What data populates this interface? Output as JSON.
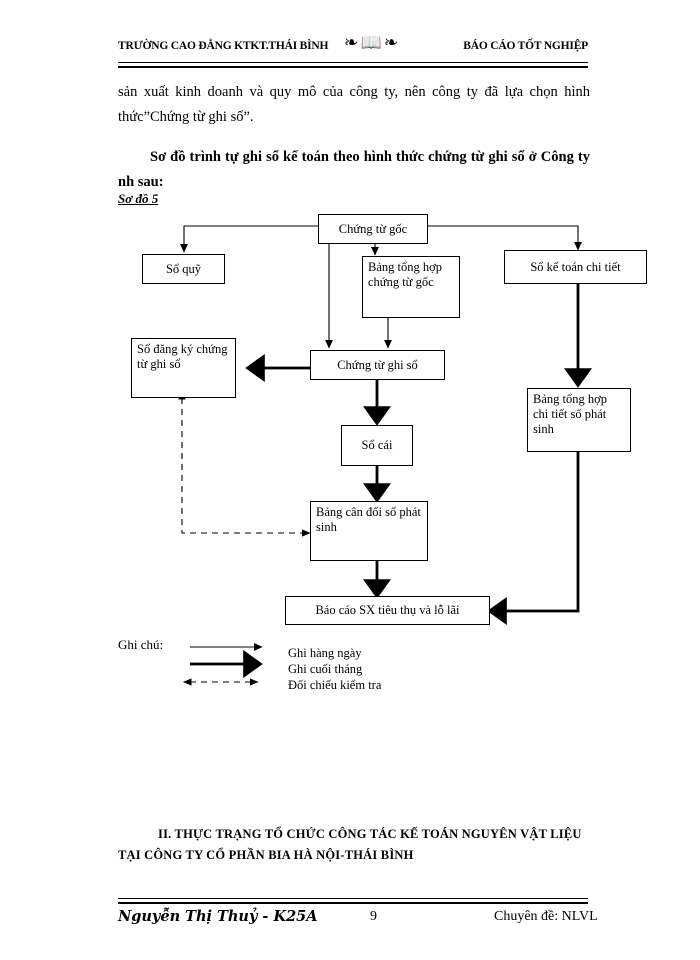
{
  "header": {
    "left": "TRƯỜNG  CAO ĐẲNG KTKT.THÁI BÌNH",
    "right": "BÁO CÁO TỐT NGHIỆP",
    "ornament": "❧ 📖 ❧"
  },
  "body": {
    "paragraph_1": "sản xuất kinh doanh và quy mô của công ty, nên công ty đã lựa chọn hình thức”Chứng từ ghi sổ”.",
    "paragraph_2": "Sơ đồ trình tự ghi sổ kế toán theo hình thức chứng từ ghi sổ ở Công ty nh  sau:",
    "figure_caption": "Sơ đồ 5"
  },
  "diagram": {
    "boxes": [
      {
        "id": "chung-tu-goc",
        "label": "Chứng từ gốc"
      },
      {
        "id": "so-quy",
        "label": "Sổ quỹ"
      },
      {
        "id": "bang-tong-hop-chung-tu-goc",
        "label": "Bảng tổng hợp chứng từ gốc"
      },
      {
        "id": "so-ke-toan-chi-tiet",
        "label": "Sổ kế toán chi tiết"
      },
      {
        "id": "so-dang-ky-chung-tu-ghi-so",
        "label": "Sổ đăng ký chứng từ ghi sổ"
      },
      {
        "id": "chung-tu-ghi-so",
        "label": "Chứng từ ghi sổ"
      },
      {
        "id": "bang-tong-hop-chi-tiet-so-phat-sinh",
        "label": "Bảng tổng hợp chi tiết số phát sinh"
      },
      {
        "id": "so-cai",
        "label": "Sổ cái"
      },
      {
        "id": "bang-can-doi-so-phat-sinh",
        "label": "Bảng cân đối số phát sinh"
      },
      {
        "id": "bao-cao-sx",
        "label": "Báo cáo SX tiêu thụ và lỗ lãi"
      }
    ]
  },
  "legend": {
    "title": "Ghi chú:",
    "items": [
      {
        "style": "thin-arrow",
        "label": "Ghi hàng ngày"
      },
      {
        "style": "thick-arrow",
        "label": "Ghi cuối tháng"
      },
      {
        "style": "dashed-double-arrow",
        "label": "Đối chiếu kiểm tra"
      }
    ]
  },
  "section_heading": {
    "line_1": "II.  THỰC TRẠNG TỔ CHỨC CÔNG TÁC KẾ TOÁN NGUYÊN VẬT LIỆU",
    "line_2": "TẠI CÔNG TY CỔ PHẦN BIA HÀ NỘI-THÁI BÌNH"
  },
  "footer": {
    "author": "Nguyễn Thị Thuỷ - K25A",
    "page_number": "9",
    "topic": "Chuyên đề: NLVL"
  }
}
